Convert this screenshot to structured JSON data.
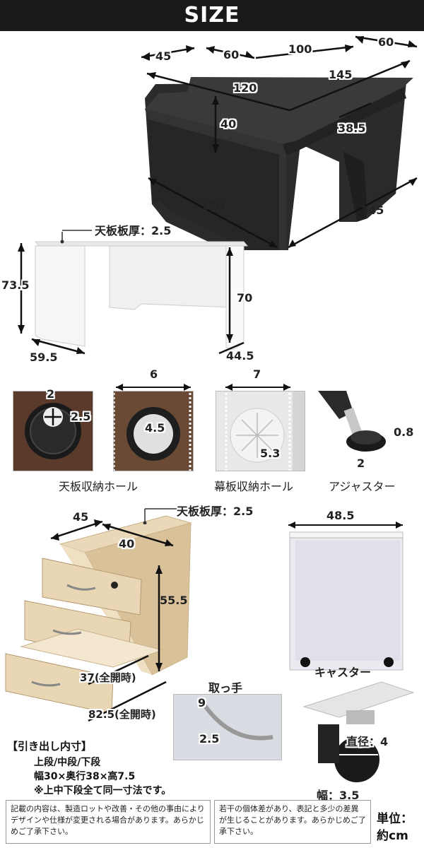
{
  "header": {
    "title": "SIZE"
  },
  "desk": {
    "dims": {
      "top_left_depth": "45",
      "top_mid_depth": "60",
      "top_long": "100",
      "top_right_depth": "60",
      "front_width": "120",
      "side_length": "145",
      "panel_height": "40",
      "knee_depth": "38.5",
      "bottom_front": "120",
      "bottom_side": "145"
    },
    "side_view": {
      "board_thickness_label": "天板板厚：2.5",
      "total_height": "73.5",
      "inner_height": "70",
      "left_depth": "59.5",
      "right_depth": "44.5"
    }
  },
  "holes": {
    "grommet": {
      "inner": "2",
      "outer": "2.5",
      "caption": "天板収納ホール"
    },
    "grommet2": {
      "width": "6",
      "inner": "4.5"
    },
    "panel": {
      "width": "7",
      "inner": "5.3",
      "caption": "幕板収納ホール"
    },
    "adjuster": {
      "height": "0.8",
      "width": "2",
      "caption": "アジャスター"
    }
  },
  "wagon": {
    "depth": "45",
    "width": "40",
    "height": "55.5",
    "board_thickness_label": "天板板厚：2.5",
    "full_open_inner": "37(全開時)",
    "full_open_total": "82.5(全開時)",
    "side_width": "48.5",
    "caster_label": "キャスター",
    "caster_diameter": "直径：4",
    "caster_width": "幅：3.5",
    "handle_label": "取っ手",
    "handle_length": "9",
    "handle_width": "2.5"
  },
  "drawer_spec": {
    "title": "【引き出し内寸】",
    "line1": "上段/中段/下段",
    "line2": "幅30×奥行38×高7.5",
    "line3": "※上中下段全て同一寸法です。"
  },
  "notes": {
    "left": "記載の内容は、製造ロットや改善・その他の事由によりデザインや仕様が変更される場合があります。あらかじめご了承下さい。",
    "right": "若干の個体差があり、表記と多少の差異が生じることがあります。あらかじめご了承下さい。"
  },
  "unit": {
    "line1": "単位：",
    "line2": "約cm"
  },
  "colors": {
    "desk_top": "#2f2f2f",
    "desk_side": "#3e3e3e",
    "wood": "#e6d3b3",
    "white_desk": "#f2f2f2"
  }
}
